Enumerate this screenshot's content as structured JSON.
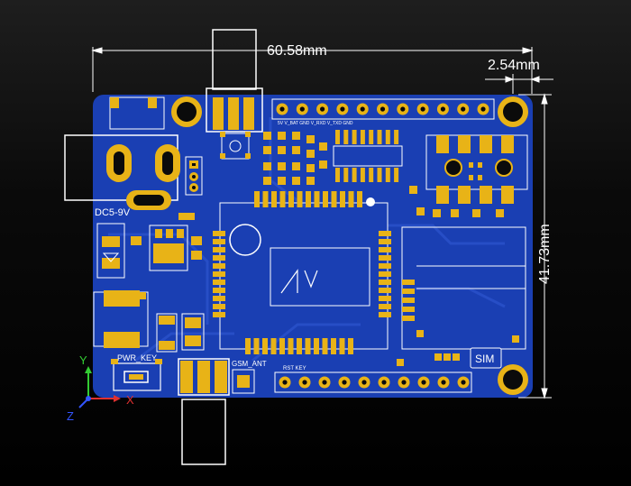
{
  "dimensions": {
    "width_label": "60.58mm",
    "pitch_label": "2.54mm",
    "height_label": "41.73mm"
  },
  "silkscreen": {
    "dc_input": "DC5-9V",
    "power_key": "PWR_KEY",
    "gsm_ant": "GSM_ANT",
    "sim": "SIM",
    "rst_key": "RST KEY",
    "header_pins": "5V V_BAT GND V_RXD V_TXD GND"
  },
  "axes": {
    "z": "Z",
    "x": "X",
    "y": "Y"
  },
  "colors": {
    "board": "#1a3fb3",
    "copper_trace": "#274ec6",
    "pad": "#e8b317",
    "hole": "#0b0b0b",
    "silk": "#ffffff",
    "axis_x": "#e03030",
    "axis_y": "#33cc33",
    "axis_z": "#3355ff"
  }
}
